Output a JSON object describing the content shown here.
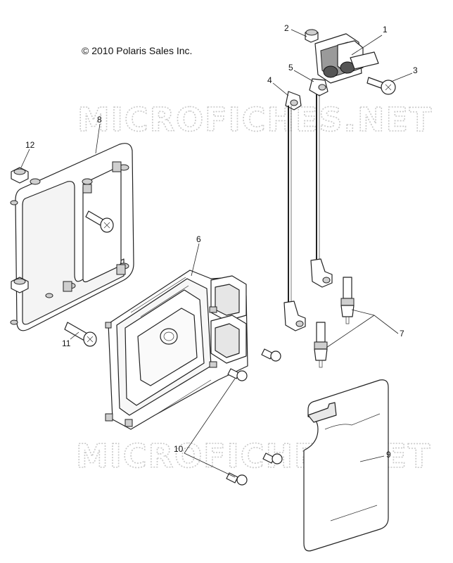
{
  "copyright": "© 2010 Polaris Sales Inc.",
  "watermarks": [
    "MICROFICHES.NET",
    "MICROFICHES.NET"
  ],
  "callouts": [
    {
      "id": "1",
      "label": "1"
    },
    {
      "id": "2",
      "label": "2"
    },
    {
      "id": "3",
      "label": "3"
    },
    {
      "id": "4",
      "label": "4"
    },
    {
      "id": "5",
      "label": "5"
    },
    {
      "id": "6",
      "label": "6"
    },
    {
      "id": "7",
      "label": "7"
    },
    {
      "id": "8",
      "label": "8"
    },
    {
      "id": "9",
      "label": "9"
    },
    {
      "id": "10",
      "label": "10"
    },
    {
      "id": "11",
      "label": "11"
    },
    {
      "id": "12",
      "label": "12"
    }
  ]
}
